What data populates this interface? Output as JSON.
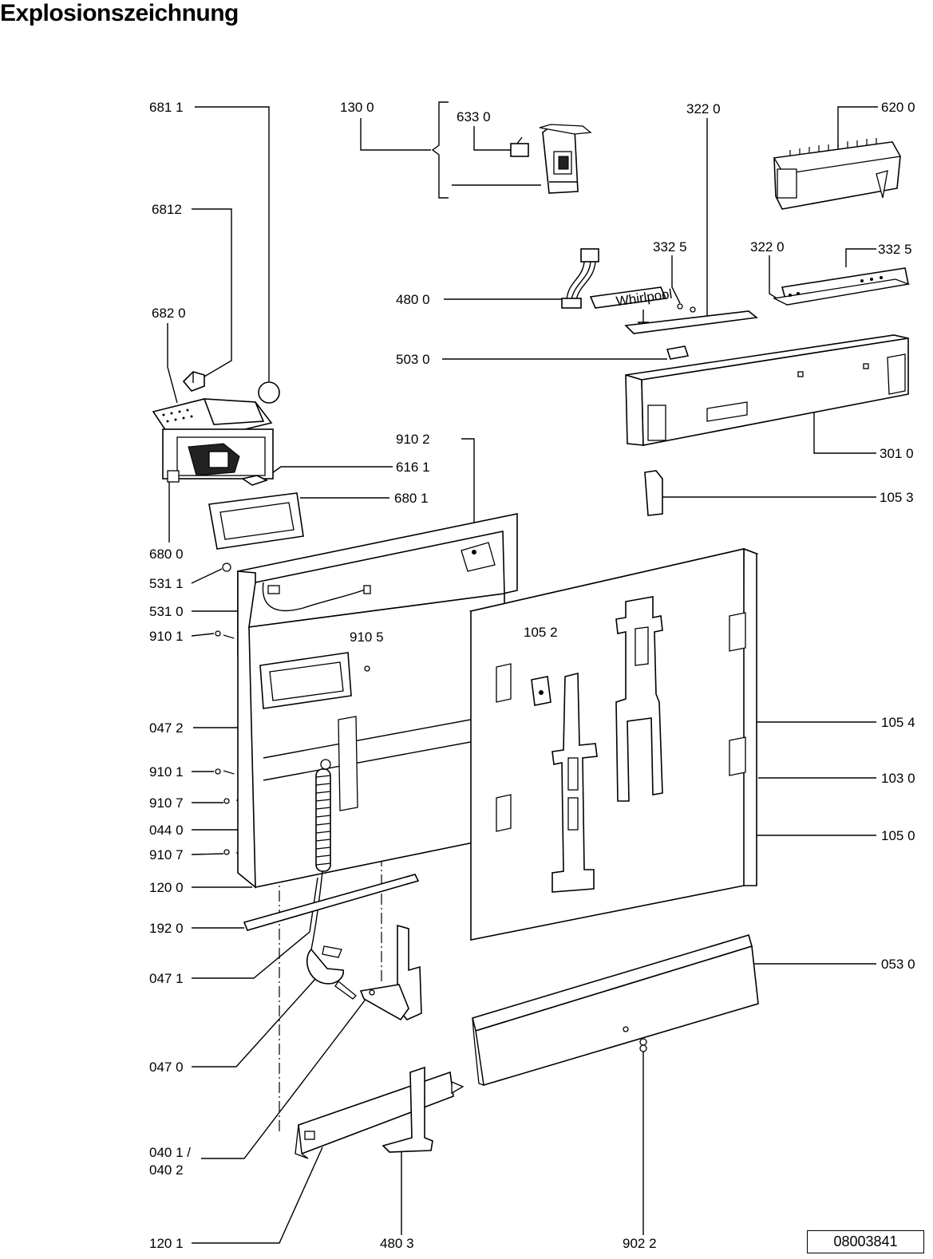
{
  "title": "Explosionszeichnung",
  "doc_number": "08003841",
  "brand_label": "Whirlpool",
  "callouts": [
    {
      "id": "c6811",
      "text": "681 1"
    },
    {
      "id": "c6812",
      "text": "6812"
    },
    {
      "id": "c6820",
      "text": "682 0"
    },
    {
      "id": "c6800",
      "text": "680 0"
    },
    {
      "id": "c1300",
      "text": "130 0"
    },
    {
      "id": "c6330",
      "text": "633 0"
    },
    {
      "id": "c3220a",
      "text": "322 0"
    },
    {
      "id": "c6200",
      "text": "620 0"
    },
    {
      "id": "c3325a",
      "text": "332 5"
    },
    {
      "id": "c3220b",
      "text": "322  0"
    },
    {
      "id": "c3325b",
      "text": "332  5"
    },
    {
      "id": "c4800",
      "text": "480 0"
    },
    {
      "id": "c5030",
      "text": "503  0"
    },
    {
      "id": "c9102",
      "text": "910 2"
    },
    {
      "id": "c6161",
      "text": "616 1"
    },
    {
      "id": "c6801",
      "text": "680 1"
    },
    {
      "id": "c3010",
      "text": "301 0"
    },
    {
      "id": "c1053",
      "text": "105 3"
    },
    {
      "id": "c5311",
      "text": "531 1"
    },
    {
      "id": "c5310",
      "text": "531 0"
    },
    {
      "id": "c9101a",
      "text": "910 1"
    },
    {
      "id": "c9105",
      "text": "910 5"
    },
    {
      "id": "c1052",
      "text": "105 2"
    },
    {
      "id": "c0472",
      "text": "047 2"
    },
    {
      "id": "c1054",
      "text": "105 4"
    },
    {
      "id": "c9101b",
      "text": "910 1"
    },
    {
      "id": "c1030",
      "text": "103 0"
    },
    {
      "id": "c9107a",
      "text": "910 7"
    },
    {
      "id": "c0440",
      "text": "044 0"
    },
    {
      "id": "c1050",
      "text": "105 0"
    },
    {
      "id": "c9107b",
      "text": "910 7"
    },
    {
      "id": "c1200",
      "text": "120 0"
    },
    {
      "id": "c1920",
      "text": "192 0"
    },
    {
      "id": "c0471",
      "text": "047 1"
    },
    {
      "id": "c0530",
      "text": "053 0"
    },
    {
      "id": "c0470",
      "text": "047 0"
    },
    {
      "id": "c0401",
      "text": "040 1 /"
    },
    {
      "id": "c0402",
      "text": "040 2"
    },
    {
      "id": "c1201",
      "text": "120 1"
    },
    {
      "id": "c4803",
      "text": "480 3"
    },
    {
      "id": "c9022",
      "text": "902 2"
    }
  ]
}
